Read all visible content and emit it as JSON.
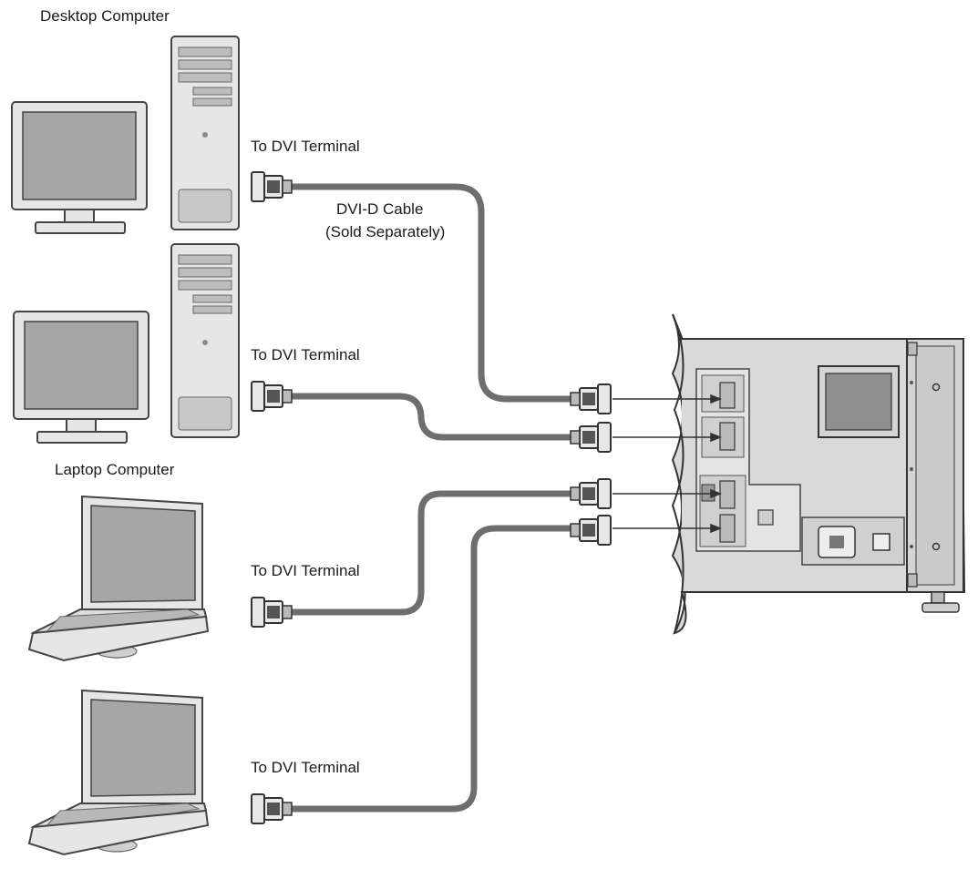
{
  "labels": {
    "desktop_computer": "Desktop Computer",
    "laptop_computer": "Laptop Computer",
    "to_dvi_terminal": "To DVI Terminal",
    "cable_name": "DVI-D Cable",
    "cable_note": "(Sold Separately)"
  },
  "colors": {
    "cable": "#6e6e6e",
    "device_fill": "#e4e4e4",
    "device_stroke": "#4a4a4a",
    "screen": "#a6a6a6",
    "panel": "#d9d9d9",
    "label_text": "#1a1a1a"
  }
}
